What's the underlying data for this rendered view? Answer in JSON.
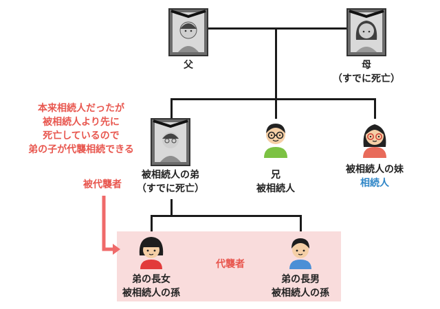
{
  "colors": {
    "accent_red": "#e8574f",
    "accent_blue": "#2f86c7",
    "band_pink": "#f9dcdc",
    "line": "#1a1a1a"
  },
  "people": {
    "father": {
      "label": "父",
      "icon": "deceased-man-portrait-icon"
    },
    "mother": {
      "label": "母",
      "sub": "（すでに死亡）",
      "icon": "deceased-woman-portrait-icon"
    },
    "younger_brother": {
      "label": "被相続人の弟",
      "sub": "（すでに死亡）",
      "icon": "deceased-man-portrait-icon"
    },
    "older_brother": {
      "label": "兄",
      "sub": "被相続人",
      "icon": "man-with-glasses-icon"
    },
    "younger_sister": {
      "label": "被相続人の妹",
      "sub": "相続人",
      "icon": "woman-with-glasses-icon"
    },
    "eldest_daughter": {
      "label": "弟の長女",
      "sub": "被相続人の孫",
      "icon": "girl-icon"
    },
    "eldest_son": {
      "label": "弟の長男",
      "sub": "被相続人の孫",
      "icon": "boy-icon"
    }
  },
  "annotations": {
    "note_lines": [
      "本来相続人だったが",
      "被相続人より先に",
      "死亡しているので",
      "弟の子が代襲相続できる"
    ],
    "substitute_heir_label": "被代襲者",
    "substitute_heirs_band_label": "代襲者"
  }
}
